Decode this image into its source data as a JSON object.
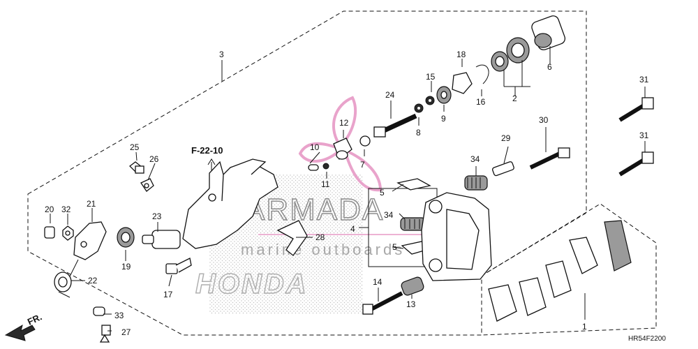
{
  "watermark": {
    "brand": "ARMADA",
    "tagline": "marine outboards",
    "logo_text": "HONDA",
    "brand_color": "#b8b8b8",
    "accent_color": "#e79ac6"
  },
  "diagram": {
    "section_ref": "F-22-10",
    "figure_code": "HR54F2200",
    "direction_label": "FR.",
    "callouts": [
      "1",
      "2",
      "3",
      "4",
      "5",
      "5",
      "6",
      "7",
      "8",
      "9",
      "10",
      "11",
      "12",
      "13",
      "14",
      "15",
      "16",
      "17",
      "18",
      "19",
      "20",
      "21",
      "22",
      "23",
      "24",
      "25",
      "26",
      "27",
      "28",
      "29",
      "30",
      "31",
      "31",
      "32",
      "33",
      "34",
      "34"
    ]
  }
}
